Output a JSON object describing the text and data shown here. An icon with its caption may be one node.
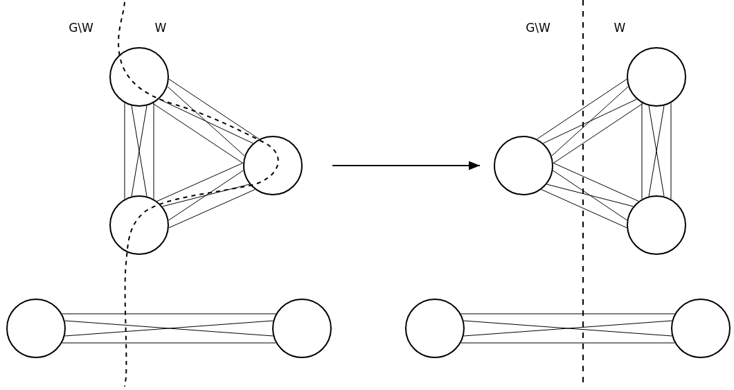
{
  "diagram": {
    "nodes": [
      {
        "text": [],
        "shape": "circle"
      },
      {
        "text": [],
        "shape": "circle"
      },
      {
        "text": [],
        "shape": "circle"
      },
      {
        "text": [],
        "shape": "circle"
      },
      {
        "text": [],
        "shape": "circle"
      },
      {
        "text": [],
        "shape": "circle"
      },
      {
        "text": [],
        "shape": "circle"
      },
      {
        "text": [],
        "shape": "circle"
      },
      {
        "text": [],
        "shape": "circle"
      },
      {
        "text": [],
        "shape": "circle"
      }
    ],
    "edges": [
      {
        "from": 0,
        "to": 2,
        "arrow": "none"
      },
      {
        "from": 0,
        "to": 2,
        "arrow": "none"
      },
      {
        "from": 0,
        "to": 2,
        "arrow": "none"
      },
      {
        "from": 0,
        "to": 2,
        "arrow": "none"
      },
      {
        "from": 0,
        "to": 1,
        "arrow": "none"
      },
      {
        "from": 0,
        "to": 1,
        "arrow": "none"
      },
      {
        "from": 0,
        "to": 1,
        "arrow": "none"
      },
      {
        "from": 0,
        "to": 1,
        "arrow": "none"
      },
      {
        "from": 2,
        "to": 1,
        "arrow": "none"
      },
      {
        "from": 2,
        "to": 1,
        "arrow": "none"
      },
      {
        "from": 2,
        "to": 1,
        "arrow": "none"
      },
      {
        "from": 2,
        "to": 1,
        "arrow": "none"
      },
      {
        "from": 3,
        "to": 4,
        "arrow": "none"
      },
      {
        "from": 3,
        "to": 4,
        "arrow": "none"
      },
      {
        "from": 3,
        "to": 4,
        "arrow": "none"
      },
      {
        "from": 3,
        "to": 4,
        "arrow": "none"
      },
      {
        "from": 5,
        "to": 6,
        "arrow": "none"
      },
      {
        "from": 5,
        "to": 6,
        "arrow": "none"
      },
      {
        "from": 5,
        "to": 6,
        "arrow": "none"
      },
      {
        "from": 5,
        "to": 6,
        "arrow": "none"
      },
      {
        "from": 5,
        "to": 7,
        "arrow": "none"
      },
      {
        "from": 5,
        "to": 7,
        "arrow": "none"
      },
      {
        "from": 5,
        "to": 7,
        "arrow": "none"
      },
      {
        "from": 5,
        "to": 7,
        "arrow": "none"
      },
      {
        "from": 6,
        "to": 7,
        "arrow": "none"
      },
      {
        "from": 6,
        "to": 7,
        "arrow": "none"
      },
      {
        "from": 6,
        "to": 7,
        "arrow": "none"
      },
      {
        "from": 6,
        "to": 7,
        "arrow": "none"
      },
      {
        "from": 8,
        "to": 9,
        "arrow": "none"
      },
      {
        "from": 8,
        "to": 9,
        "arrow": "none"
      },
      {
        "from": 8,
        "to": 9,
        "arrow": "none"
      },
      {
        "from": 8,
        "to": 9,
        "arrow": "none"
      }
    ],
    "labels": [
      "G\\W",
      "W",
      "G\\W",
      "W"
    ]
  }
}
